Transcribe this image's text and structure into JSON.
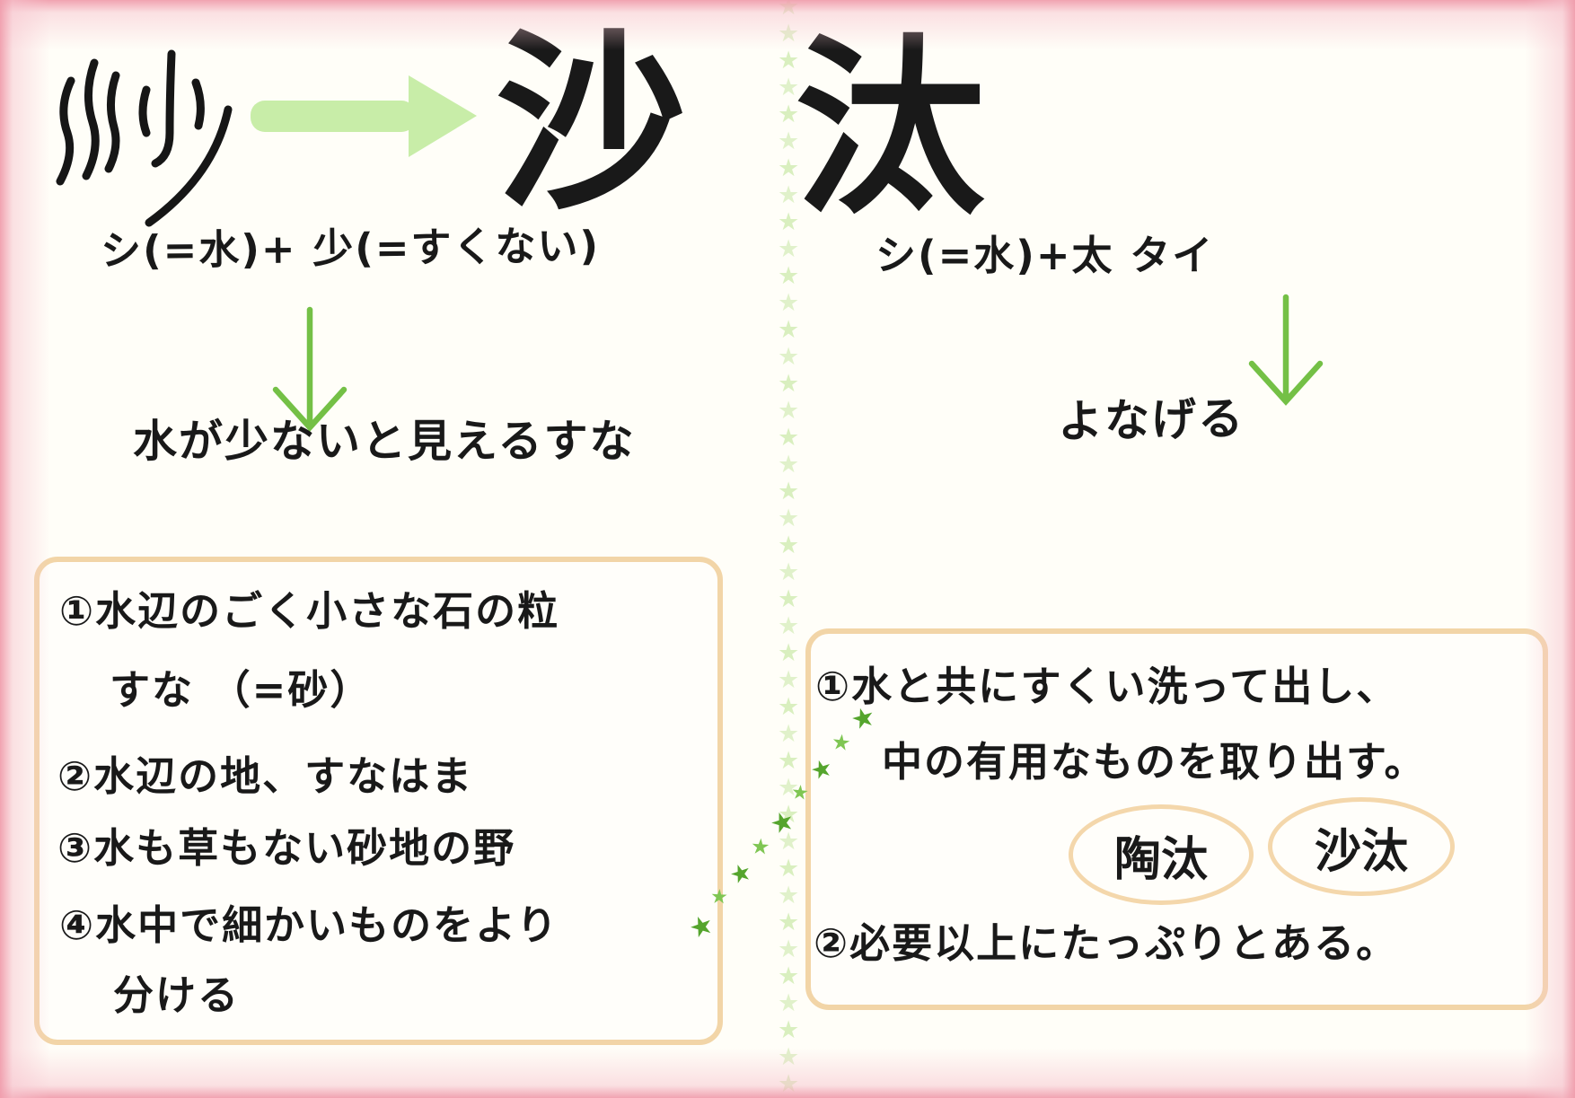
{
  "colors": {
    "paper": "#fffef8",
    "frame_pink": "#f09ead",
    "box_border": "#f2d5a7",
    "ink": "#191919",
    "big_arrow_green": "#c8eda8",
    "small_arrow_green": "#74c046",
    "star_light_green": "#d9efbf",
    "star_bright_green": "#55a52d",
    "star_mid_green": "#7fc653"
  },
  "left_panel": {
    "big_kanji": "沙",
    "formula": "シ(=水)+ 少(=すくない)",
    "gloss": "水が少ないと見えるすな",
    "definition_lines": [
      "①水辺のごく小さな石の粒",
      "すな （=砂）",
      "②水辺の地、すなはま",
      "③水も草もない砂地の野",
      "④水中で細かいものをより",
      "分ける"
    ]
  },
  "right_panel": {
    "big_kanji": "汰",
    "formula": "シ(=水)+太 タイ",
    "reading": "よなげる",
    "definition_lines": [
      "①水と共にすくい洗って出し、",
      "中の有用なものを取り出す。",
      "②必要以上にたっぷりとある。"
    ],
    "circled_words": [
      "陶汰",
      "沙汰"
    ]
  }
}
